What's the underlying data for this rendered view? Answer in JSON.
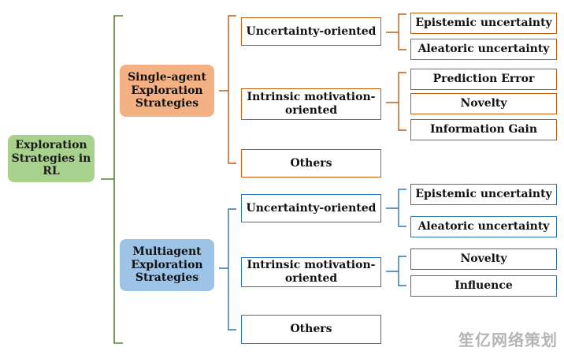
{
  "root": {
    "label": "Exploration Strategies in RL"
  },
  "single": {
    "label": "Single-agent Exploration Strategies",
    "uncertainty": {
      "label": "Uncertainty-oriented",
      "children": [
        "Epistemic uncertainty",
        "Aleatoric uncertainty"
      ]
    },
    "intrinsic": {
      "label": "Intrinsic motivation-oriented",
      "children": [
        "Prediction Error",
        "Novelty",
        "Information Gain"
      ]
    },
    "others": {
      "label": "Others"
    }
  },
  "multi": {
    "label": "Multiagent Exploration Strategies",
    "uncertainty": {
      "label": "Uncertainty-oriented",
      "children": [
        "Epistemic uncertainty",
        "Aleatoric uncertainty"
      ]
    },
    "intrinsic": {
      "label": "Intrinsic motivation-oriented",
      "children": [
        "Novelty",
        "Influence"
      ]
    },
    "others": {
      "label": "Others"
    }
  },
  "watermark": "笙亿网络策划",
  "colors": {
    "root_fill": "#a9d18e",
    "single_fill": "#f4b183",
    "single_border": "#c55a11",
    "multi_fill": "#9dc3e6",
    "multi_border": "#2e75b6",
    "root_bracket": "#548235"
  }
}
